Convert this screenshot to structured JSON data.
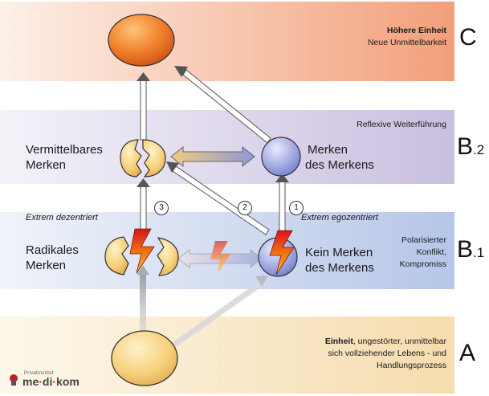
{
  "band_colors": {
    "c": "#f2a27e",
    "b2": "#cfc5e2",
    "b1": "#bdcbe8",
    "a": "#f8e2b8"
  },
  "levels": {
    "c": {
      "letter": "C",
      "sub": ""
    },
    "b2": {
      "letter": "B",
      "sub": ".2"
    },
    "b1": {
      "letter": "B",
      "sub": ".1"
    },
    "a": {
      "letter": "A",
      "sub": ""
    }
  },
  "texts": {
    "c_title": "Höhere Einheit",
    "c_sub": "Neue Unmittelbarkeit",
    "b2_header": "Reflexive Weiterführung",
    "vermittelbares_1": "Vermittelbares",
    "vermittelbares_2": "Merken",
    "merken_1": "Merken",
    "merken_2": "des Merkens",
    "extrem_dezentriert": "Extrem dezentriert",
    "extrem_egozentriert": "Extrem egozentriert",
    "radikales_1": "Radikales",
    "radikales_2": "Merken",
    "kein_1": "Kein Merken",
    "kein_2": "des Merkens",
    "polar_1": "Polarisierter",
    "polar_2": "Konflikt,",
    "polar_3": "Kompromiss",
    "a_bold": "Einheit",
    "a_line1_rest": ", ungestörter, unmittelbar",
    "a_line2": "sich vollziehender Lebens - und",
    "a_line3": "Handlungsprozess"
  },
  "numbers": {
    "n1": "1",
    "n2": "2",
    "n3": "3"
  },
  "logo": {
    "top": "Privatinstitut",
    "name_a": "me",
    "dot1": "·",
    "name_b": "di",
    "dot2": "·",
    "name_c": "kom"
  },
  "icons": [
    "egg-icon",
    "cracked-egg-icon",
    "broken-egg-icon",
    "sphere-icon",
    "lightning-icon",
    "double-arrow-icon"
  ]
}
